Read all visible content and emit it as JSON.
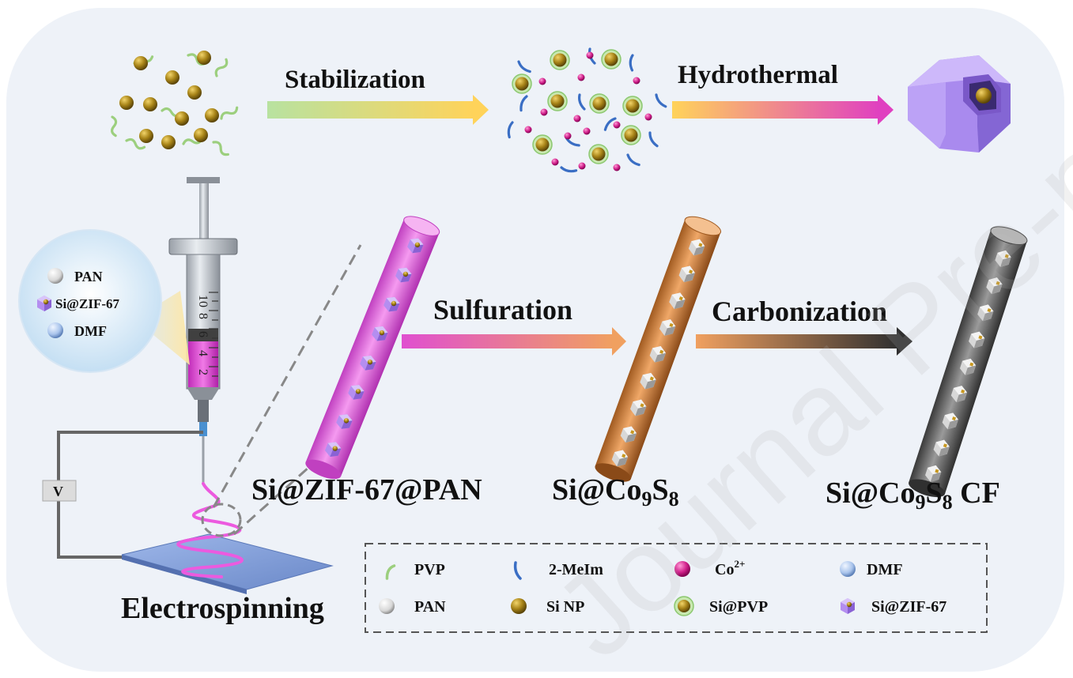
{
  "steps": {
    "stabilization": "Stabilization",
    "hydrothermal": "Hydrothermal",
    "sulfuration": "Sulfuration",
    "carbonization": "Carbonization",
    "electrospinning": "Electrospinning"
  },
  "products": {
    "zif_pan": "Si@ZIF-67@PAN",
    "co9s8": {
      "base": "Si@Co",
      "sub1": "9",
      "mid": "S",
      "sub2": "8"
    },
    "co9s8_cf": {
      "base": "Si@Co",
      "sub1": "9",
      "mid": "S",
      "sub2": "8",
      "suffix": " CF"
    }
  },
  "bubble": {
    "items": [
      "PAN",
      "Si@ZIF-67",
      "DMF"
    ]
  },
  "syringe": {
    "ticks": [
      "10",
      "8",
      "6",
      "4",
      "2"
    ]
  },
  "voltage_label": "V",
  "legend": {
    "items": [
      {
        "key": "pvp",
        "label": "PVP"
      },
      {
        "key": "meim",
        "label": "2-MeIm"
      },
      {
        "key": "co",
        "label": "Co",
        "sup": "2+"
      },
      {
        "key": "dmf",
        "label": "DMF"
      },
      {
        "key": "pan",
        "label": "PAN"
      },
      {
        "key": "sinp",
        "label": "Si NP"
      },
      {
        "key": "sipvp",
        "label": "Si@PVP"
      },
      {
        "key": "sizif",
        "label": "Si@ZIF-67"
      }
    ]
  },
  "colors": {
    "background": "#eef2f8",
    "si_particle": "#9a7a10",
    "pvp": "#9ccf7e",
    "meim": "#3a6ec4",
    "co_ion": "#d0208a",
    "zif": "#b48ef0",
    "fiber_pink": "#e070e0",
    "fiber_orange": "#d08040",
    "fiber_gray": "#707070",
    "dmf": "#a9c4ec"
  },
  "watermark": "Journal Pre-proofs"
}
